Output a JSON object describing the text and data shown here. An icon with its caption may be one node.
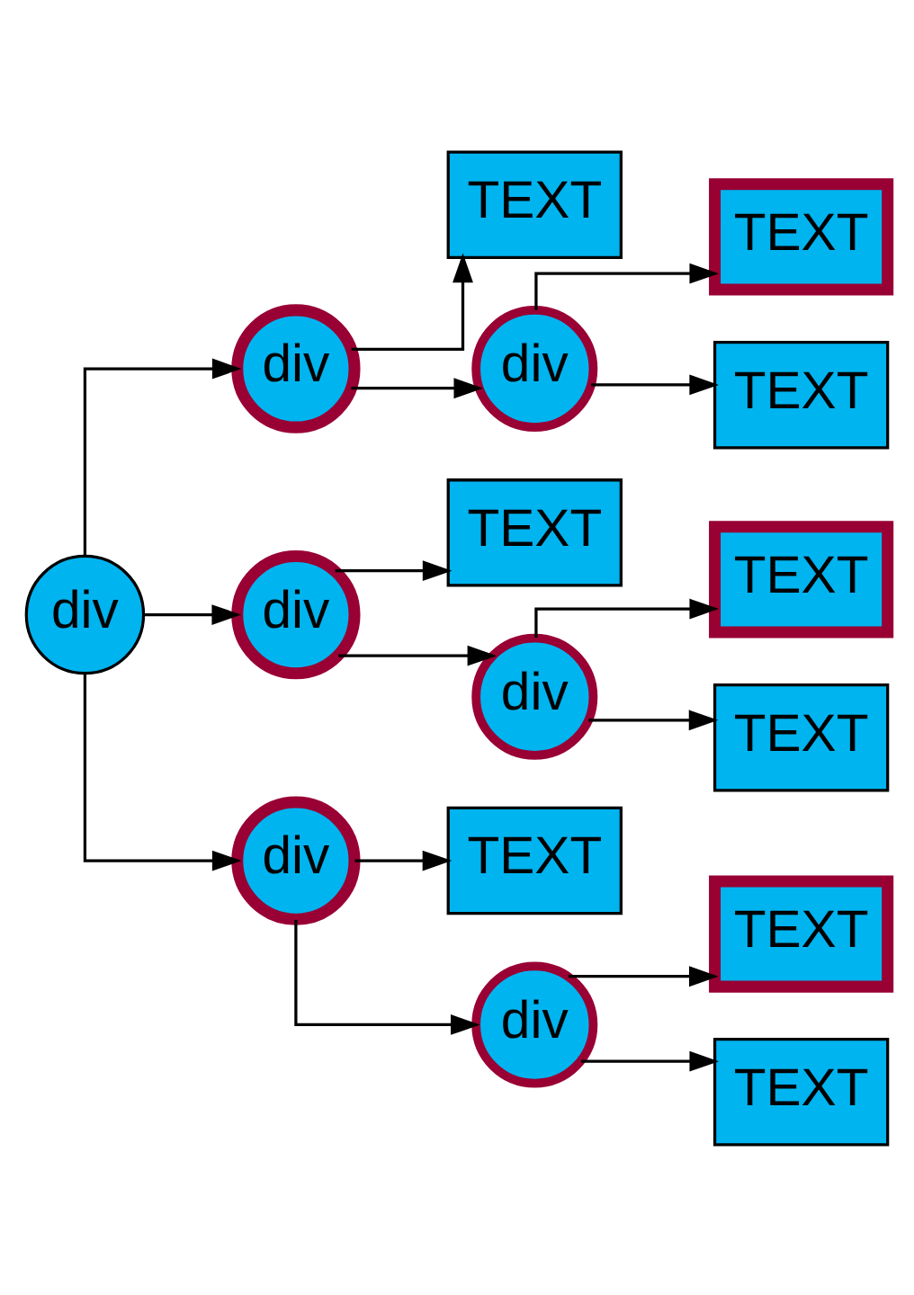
{
  "diagram": {
    "nodes": [
      {
        "text": [
          "div"
        ]
      },
      {
        "text": [
          "div"
        ]
      },
      {
        "text": [
          "TEXT"
        ]
      },
      {
        "text": [
          "div"
        ]
      },
      {
        "text": [
          "TEXT"
        ]
      },
      {
        "text": [
          "TEXT"
        ]
      },
      {
        "text": [
          "div"
        ]
      },
      {
        "text": [
          "TEXT"
        ]
      },
      {
        "text": [
          "div"
        ]
      },
      {
        "text": [
          "TEXT"
        ]
      },
      {
        "text": [
          "TEXT"
        ]
      },
      {
        "text": [
          "div"
        ]
      },
      {
        "text": [
          "TEXT"
        ]
      },
      {
        "text": [
          "div"
        ]
      },
      {
        "text": [
          "TEXT"
        ]
      },
      {
        "text": [
          "TEXT"
        ]
      }
    ],
    "edges": [
      {
        "from": 0,
        "to": 1,
        "arrow": "to"
      },
      {
        "from": 0,
        "to": 6,
        "arrow": "to"
      },
      {
        "from": 0,
        "to": 11,
        "arrow": "to"
      },
      {
        "from": 1,
        "to": 2,
        "arrow": "to"
      },
      {
        "from": 1,
        "to": 3,
        "arrow": "to"
      },
      {
        "from": 3,
        "to": 4,
        "arrow": "to"
      },
      {
        "from": 3,
        "to": 5,
        "arrow": "to"
      },
      {
        "from": 6,
        "to": 7,
        "arrow": "to"
      },
      {
        "from": 6,
        "to": 8,
        "arrow": "to"
      },
      {
        "from": 8,
        "to": 9,
        "arrow": "to"
      },
      {
        "from": 8,
        "to": 10,
        "arrow": "to"
      },
      {
        "from": 11,
        "to": 12,
        "arrow": "to"
      },
      {
        "from": 11,
        "to": 13,
        "arrow": "to"
      },
      {
        "from": 13,
        "to": 14,
        "arrow": "to"
      },
      {
        "from": 13,
        "to": 15,
        "arrow": "to"
      }
    ]
  }
}
